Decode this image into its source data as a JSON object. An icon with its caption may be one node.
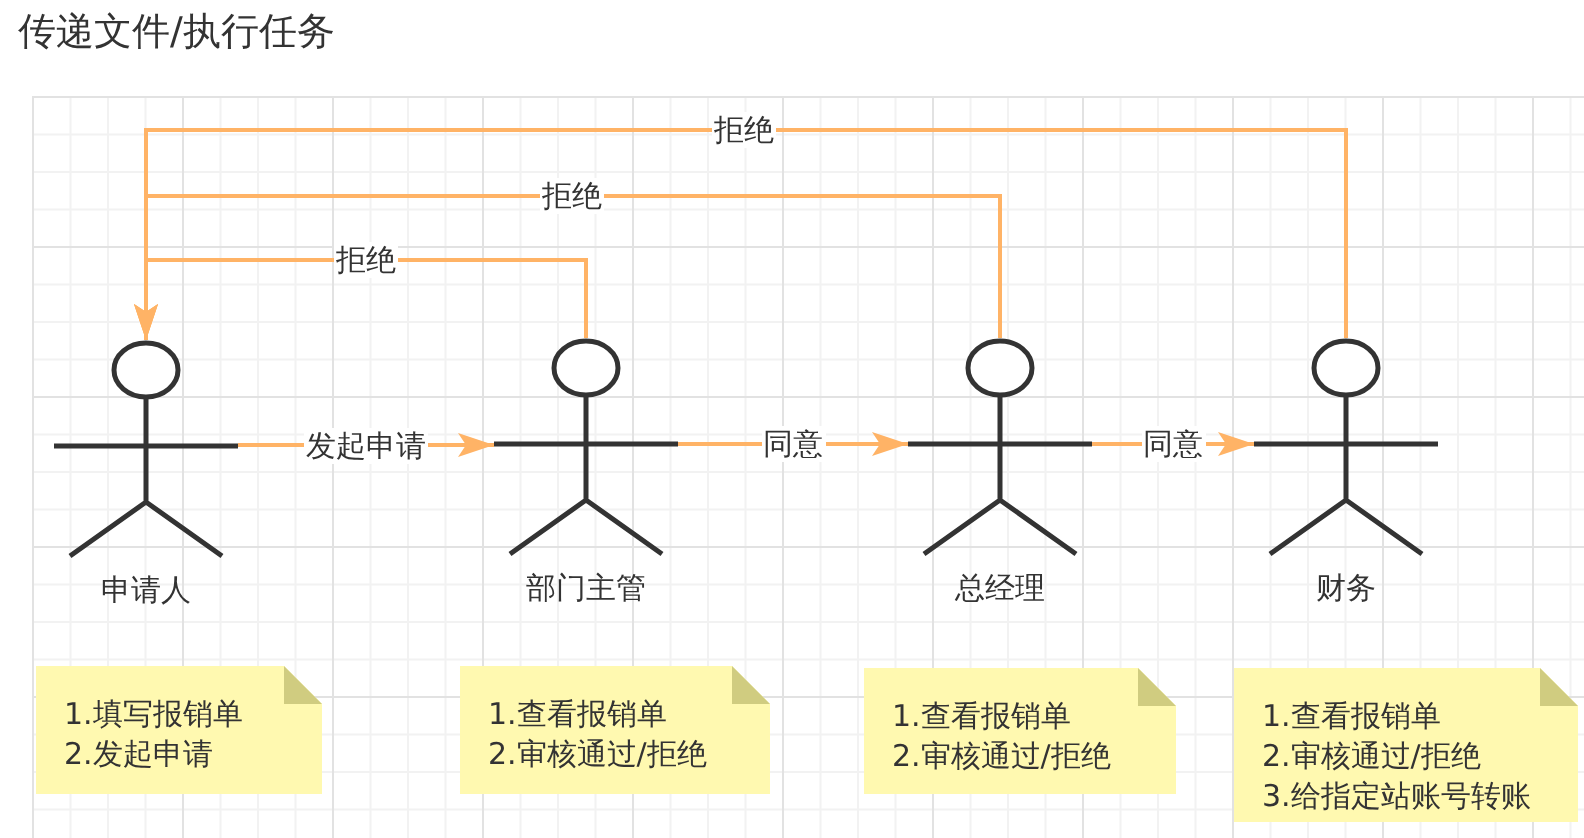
{
  "diagram": {
    "title": "传递文件/执行任务",
    "nodes": [
      {
        "text": [
          "申请人"
        ]
      },
      {
        "text": [
          "部门主管"
        ]
      },
      {
        "text": [
          "总经理"
        ]
      },
      {
        "text": [
          "财务"
        ]
      },
      {
        "text": [
          "1.填写报销单",
          "2.发起申请"
        ]
      },
      {
        "text": [
          "1.查看报销单",
          "2.审核通过/拒绝"
        ]
      },
      {
        "text": [
          "1.查看报销单",
          "2.审核通过/拒绝"
        ]
      },
      {
        "text": [
          "1.查看报销单",
          "2.审核通过/拒绝",
          "3.给指定站账号转账"
        ]
      }
    ],
    "edges": [
      {
        "from": 0,
        "to": 1,
        "arrow": "to",
        "label": "发起申请"
      },
      {
        "from": 1,
        "to": 2,
        "arrow": "to",
        "label": "同意"
      },
      {
        "from": 2,
        "to": 3,
        "arrow": "to",
        "label": "同意"
      },
      {
        "from": 1,
        "to": 0,
        "arrow": "to",
        "label": "拒绝"
      },
      {
        "from": 2,
        "to": 0,
        "arrow": "to",
        "label": "拒绝"
      },
      {
        "from": 3,
        "to": 0,
        "arrow": "to",
        "label": "拒绝"
      }
    ]
  }
}
